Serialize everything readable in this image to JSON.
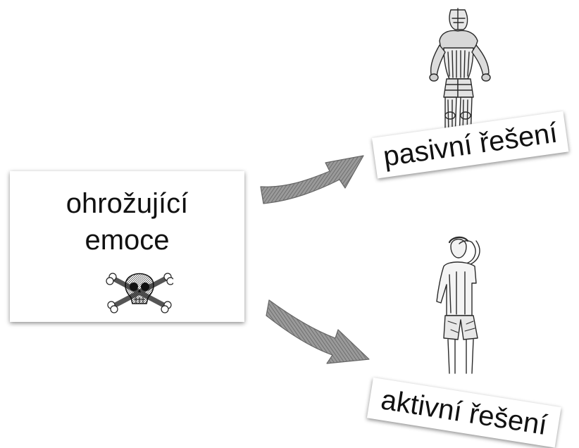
{
  "source": {
    "line1": "ohrožující",
    "line2": "emoce",
    "icon": "skull-crossbones-icon"
  },
  "targets": [
    {
      "label": "pasivní řešení",
      "illustration": "knight-armor-icon"
    },
    {
      "label": "aktivní řešení",
      "illustration": "standing-person-icon"
    }
  ],
  "colors": {
    "arrow_fill": "#8f8f8f",
    "arrow_stroke": "#5c5c5c",
    "text": "#111111",
    "sketch": "#2a2a2a"
  }
}
